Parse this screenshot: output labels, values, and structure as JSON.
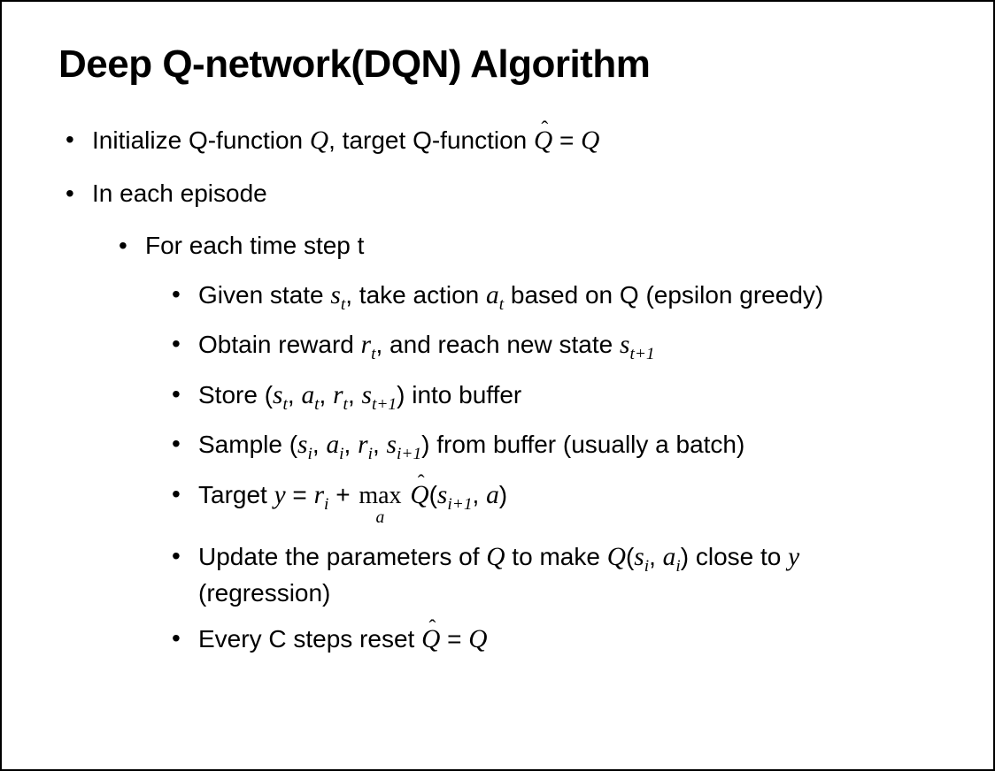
{
  "slide": {
    "title": "Deep Q-network(DQN) Algorithm",
    "bullet_glyph": "•",
    "hat_glyph": "ˆ",
    "bullets": [
      {
        "level": 1,
        "runs": [
          {
            "t": "Initialize Q-function "
          },
          {
            "t": "Q",
            "m": true
          },
          {
            "t": ", target Q-function "
          },
          {
            "t": "Q",
            "m": true,
            "hat": true
          },
          {
            "t": " = "
          },
          {
            "t": "Q",
            "m": true
          }
        ]
      },
      {
        "level": 1,
        "runs": [
          {
            "t": "In each episode"
          }
        ]
      },
      {
        "level": 2,
        "runs": [
          {
            "t": "For each time step t"
          }
        ]
      },
      {
        "level": 3,
        "runs": [
          {
            "t": "Given state "
          },
          {
            "t": "s",
            "m": true,
            "sub": "t"
          },
          {
            "t": ", take action "
          },
          {
            "t": "a",
            "m": true,
            "sub": "t"
          },
          {
            "t": " based on Q (epsilon greedy)"
          }
        ]
      },
      {
        "level": 3,
        "runs": [
          {
            "t": "Obtain reward "
          },
          {
            "t": "r",
            "m": true,
            "sub": "t"
          },
          {
            "t": ", and reach new state "
          },
          {
            "t": "s",
            "m": true,
            "sub": "t+1"
          }
        ]
      },
      {
        "level": 3,
        "runs": [
          {
            "t": "Store ("
          },
          {
            "t": "s",
            "m": true,
            "sub": "t"
          },
          {
            "t": ", "
          },
          {
            "t": "a",
            "m": true,
            "sub": "t"
          },
          {
            "t": ", "
          },
          {
            "t": "r",
            "m": true,
            "sub": "t"
          },
          {
            "t": ", "
          },
          {
            "t": "s",
            "m": true,
            "sub": "t+1"
          },
          {
            "t": ") into buffer"
          }
        ]
      },
      {
        "level": 3,
        "runs": [
          {
            "t": "Sample ("
          },
          {
            "t": "s",
            "m": true,
            "sub": "i"
          },
          {
            "t": ", "
          },
          {
            "t": "a",
            "m": true,
            "sub": "i"
          },
          {
            "t": ", "
          },
          {
            "t": "r",
            "m": true,
            "sub": "i"
          },
          {
            "t": ", "
          },
          {
            "t": "s",
            "m": true,
            "sub": "i+1"
          },
          {
            "t": ") from buffer (usually a batch)"
          }
        ]
      },
      {
        "level": 3,
        "runs": [
          {
            "t": "Target "
          },
          {
            "t": "y",
            "m": true
          },
          {
            "t": " = "
          },
          {
            "t": "r",
            "m": true,
            "sub": "i"
          },
          {
            "t": " + "
          },
          {
            "t": "max",
            "under": "a"
          },
          {
            "t": " "
          },
          {
            "t": "Q",
            "m": true,
            "hat": true
          },
          {
            "t": "("
          },
          {
            "t": "s",
            "m": true,
            "sub": "i+1"
          },
          {
            "t": ", "
          },
          {
            "t": "a",
            "m": true
          },
          {
            "t": ")"
          }
        ]
      },
      {
        "level": 3,
        "runs": [
          {
            "t": "Update the parameters of "
          },
          {
            "t": "Q",
            "m": true
          },
          {
            "t": " to make "
          },
          {
            "t": "Q",
            "m": true
          },
          {
            "t": "("
          },
          {
            "t": "s",
            "m": true,
            "sub": "i"
          },
          {
            "t": ", "
          },
          {
            "t": "a",
            "m": true,
            "sub": "i"
          },
          {
            "t": ") close to "
          },
          {
            "t": "y",
            "m": true
          },
          {
            "t": " (regression)"
          }
        ]
      },
      {
        "level": 3,
        "runs": [
          {
            "t": "Every C steps reset "
          },
          {
            "t": "Q",
            "m": true,
            "hat": true
          },
          {
            "t": " = "
          },
          {
            "t": "Q",
            "m": true
          }
        ]
      }
    ]
  }
}
